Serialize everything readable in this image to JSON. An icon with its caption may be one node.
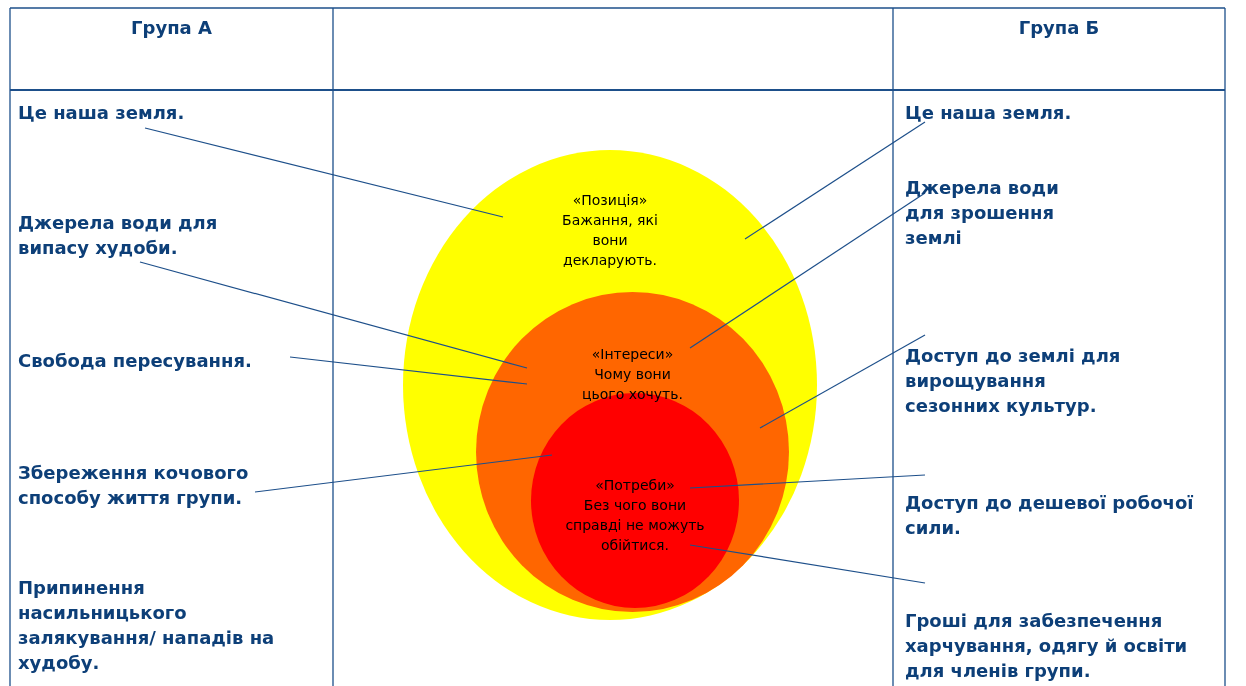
{
  "diagram": {
    "nodes": [
      {
        "text": [
          "Це наша земля."
        ]
      },
      {
        "text": [
          "Джерела води для випасу худоби."
        ]
      },
      {
        "text": [
          "Свобода пересування."
        ]
      },
      {
        "text": [
          "Збереження кочового способу життя групи."
        ]
      },
      {
        "text": [
          "Припинення насильницького залякування/ нападів на худобу."
        ]
      },
      {
        "text": [
          "«Позиція»",
          "Бажання, які вони декларують."
        ]
      },
      {
        "text": [
          "«Інтереси»",
          "Чому вони цього хочуть."
        ],
        "in": 5
      },
      {
        "text": [
          "«Потреби»",
          "Без чого вони справді не можуть обійтися."
        ],
        "in": 6
      },
      {
        "text": [
          "Це наша земля."
        ]
      },
      {
        "text": [
          "Джерела води для зрошення землі"
        ]
      },
      {
        "text": [
          "Доступ до землі для вирощування сезонних культур."
        ]
      },
      {
        "text": [
          "Доступ до дешевої робочої сили."
        ]
      },
      {
        "text": [
          "Гроші для забезпечення харчування, одягу й освіти для членів групи."
        ]
      }
    ],
    "edges": [
      {
        "from": 0,
        "to": 5,
        "arrow": "none"
      },
      {
        "from": 1,
        "to": 6,
        "arrow": "none"
      },
      {
        "from": 2,
        "to": 6,
        "arrow": "none"
      },
      {
        "from": 3,
        "to": 7,
        "arrow": "none"
      },
      {
        "from": 8,
        "to": 5,
        "arrow": "none"
      },
      {
        "from": 9,
        "to": 6,
        "arrow": "none"
      },
      {
        "from": 10,
        "to": 6,
        "arrow": "none"
      },
      {
        "from": 11,
        "to": 7,
        "arrow": "none"
      },
      {
        "from": 12,
        "to": 7,
        "arrow": "none"
      }
    ],
    "labels": [
      "Група А",
      "Група Б"
    ]
  }
}
